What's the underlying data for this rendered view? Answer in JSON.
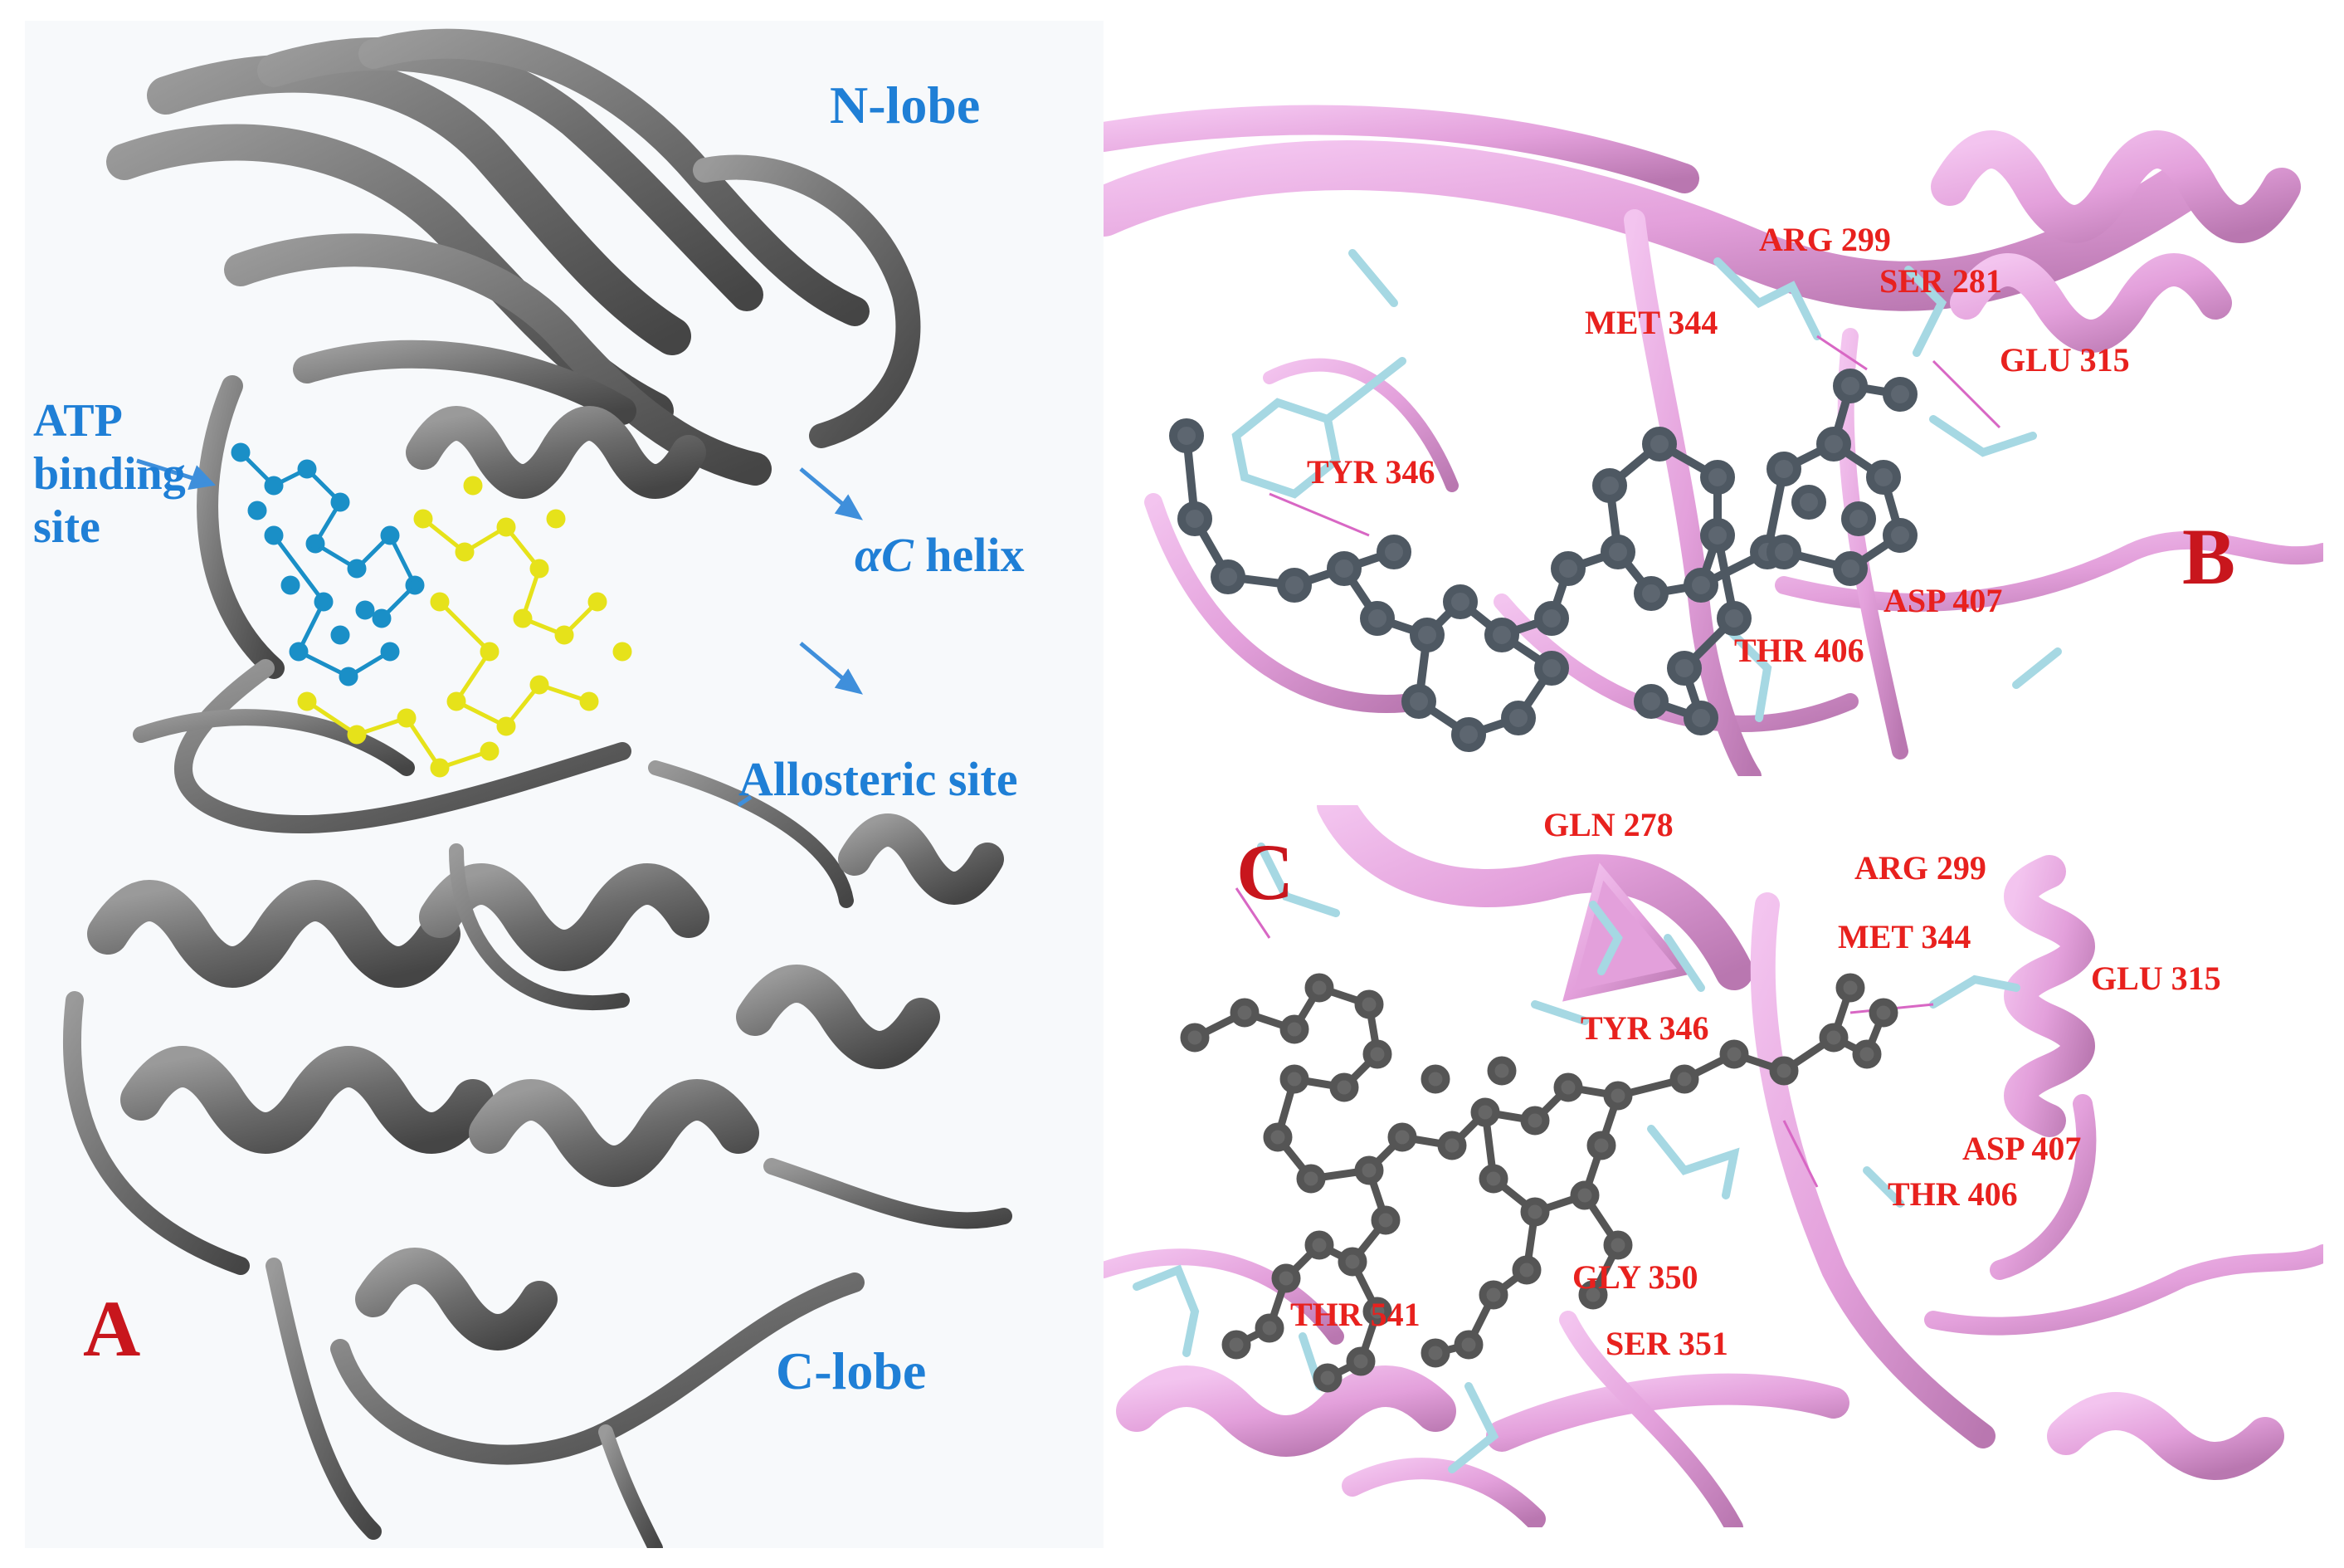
{
  "panel_a": {
    "letter": "A",
    "labels": {
      "n_lobe": "N-lobe",
      "c_lobe": "C-lobe",
      "atp_line1": "ATP",
      "atp_line2": "binding",
      "atp_line3": "site",
      "alpha_c_greek": "αC",
      "alpha_c_rest": " helix",
      "allosteric": "Allosteric site"
    },
    "colors": {
      "protein": "#6e6e6e",
      "ligand_blue": "#1a8fc7",
      "ligand_yellow": "#e6e21a",
      "label": "#1f7fd6"
    }
  },
  "panel_b": {
    "letter": "B",
    "residues": [
      "ARG 299",
      "SER 281",
      "MET 344",
      "GLU 315",
      "TYR 346",
      "ASP 407",
      "THR 406"
    ],
    "colors": {
      "protein": "#e8a6e0",
      "residue": "#a6d8e3",
      "ligand": "#5d6670"
    }
  },
  "panel_c": {
    "letter": "C",
    "residues": [
      "GLN 278",
      "ARG 299",
      "MET 344",
      "GLU 315",
      "TYR 346",
      "ASP 407",
      "THR 406",
      "GLY 350",
      "THR 541",
      "SER 351"
    ],
    "colors": {
      "protein": "#e8a6e0",
      "residue": "#a6d8e3",
      "ligand": "#666666"
    }
  }
}
